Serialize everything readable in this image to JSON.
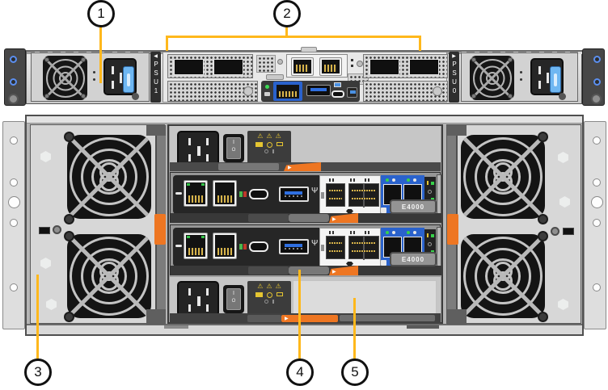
{
  "diagram": {
    "callouts": [
      "1",
      "2",
      "3",
      "4",
      "5"
    ]
  },
  "appliance": {
    "psu_left_label": "PSU1",
    "psu_right_label": "PSU0"
  },
  "shelf": {
    "controllers": [
      {
        "model": "E4000"
      },
      {
        "model": "E4000"
      }
    ],
    "power_switch_on": "I",
    "power_switch_off": "O"
  },
  "icons": {
    "psu_left_arrow": "◀",
    "psu_right_arrow": "▶",
    "latch_arrow": "▶",
    "warning": "⚠",
    "usb": "Ψ"
  },
  "colors": {
    "callout_line": "#FFB81C",
    "latch_orange": "#EE7622",
    "controller_blue": "#2A62CC",
    "psu_clip_blue": "#6FB7F2"
  }
}
